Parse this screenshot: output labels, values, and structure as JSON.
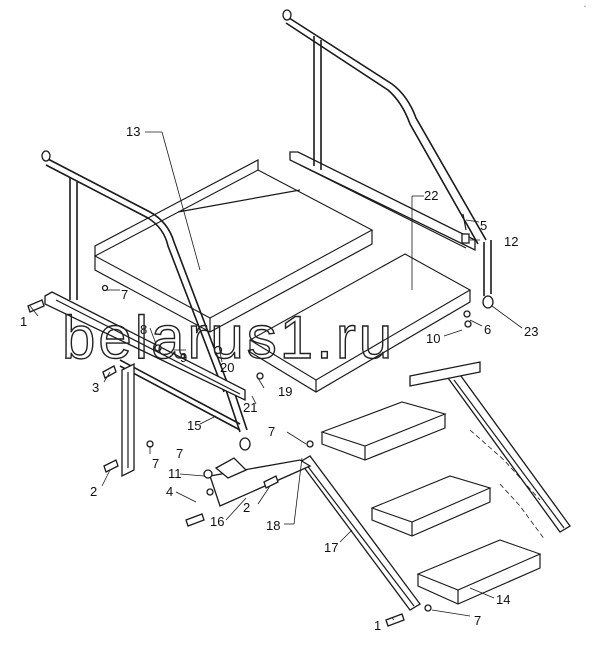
{
  "watermark": "belarus1.ru",
  "corner_mark": "“",
  "callouts": [
    "1",
    "2",
    "3",
    "4",
    "5",
    "6",
    "7",
    "8",
    "9",
    "10",
    "11",
    "12",
    "13",
    "14",
    "15",
    "16",
    "17",
    "18",
    "19",
    "20",
    "21",
    "22",
    "23",
    "7",
    "7",
    "7",
    "2",
    "1",
    "7"
  ]
}
